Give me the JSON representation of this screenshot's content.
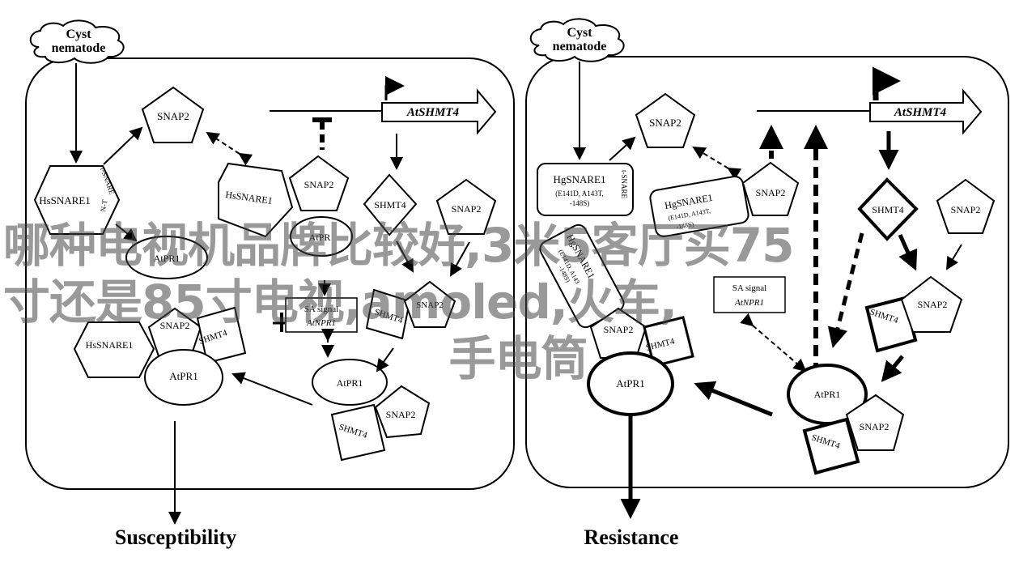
{
  "left": {
    "cyst": [
      "Cyst",
      "nematode"
    ],
    "snap2_top": "SNAP2",
    "hs1": "HsSNARE1",
    "tsnare": "t-SNARE",
    "nt": "N-T",
    "complex_hs": "HsSNARE1",
    "complex_snap2": "SNAP2",
    "complex_atpr": "AtPR",
    "shmt4": "SHMT4",
    "snap2_mid": "SNAP2",
    "atpr1_ellipse": "AtPR1",
    "sa_signal": "SA signal",
    "atnpr1": "AtNPR1",
    "shmt4_small": "SHMT4",
    "snap2_small": "SNAP2",
    "atpr1_mid": "AtPR1",
    "snap2_br": "SNAP2",
    "shmt4_br": "SHMT4",
    "hs_bottom": "HsSNARE1",
    "snap2_bottom": "SNAP2",
    "shmt4_bottom": "SHMT4",
    "atpr1_bottom": "AtPR1",
    "gene": "AtSHMT4",
    "outcome": "Susceptibility"
  },
  "right": {
    "cyst": [
      "Cyst",
      "nematode"
    ],
    "snap2_top": "SNAP2",
    "hg1": "HgSNARE1",
    "hg1_variants": [
      "(E141D, A143T,",
      "-148S)"
    ],
    "tsnare": "t-SNARE",
    "complex_hg": "HgSNARE1",
    "complex_hg_variants": [
      "(E141D, A143T,",
      "-148S)"
    ],
    "complex_snap2": "SNAP2",
    "shmt4": "SHMT4",
    "snap2_mid": "SNAP2",
    "hg_tilted": "HgSNARE1",
    "hg_tilted_variants": [
      "(E141D, A143",
      "-148S)"
    ],
    "sa_signal": "SA signal",
    "atnpr1": "AtNPR1",
    "shmt4_mid": "SHMT4",
    "snap2_right": "SNAP2",
    "snap2_bottom": "SNAP2",
    "shmt4_bottom": "SHMT4",
    "atpr1_big": "AtPR1",
    "atpr1_right": "AtPR1",
    "snap2_br": "SNAP2",
    "shmt4_br": "SHMT4",
    "gene": "AtSHMT4",
    "outcome": "Resistance"
  },
  "watermark": [
    "哪种电视机品牌比较好,3米5客厅买75",
    "寸还是85寸电视,amoled,火车,",
    "手电筒"
  ]
}
